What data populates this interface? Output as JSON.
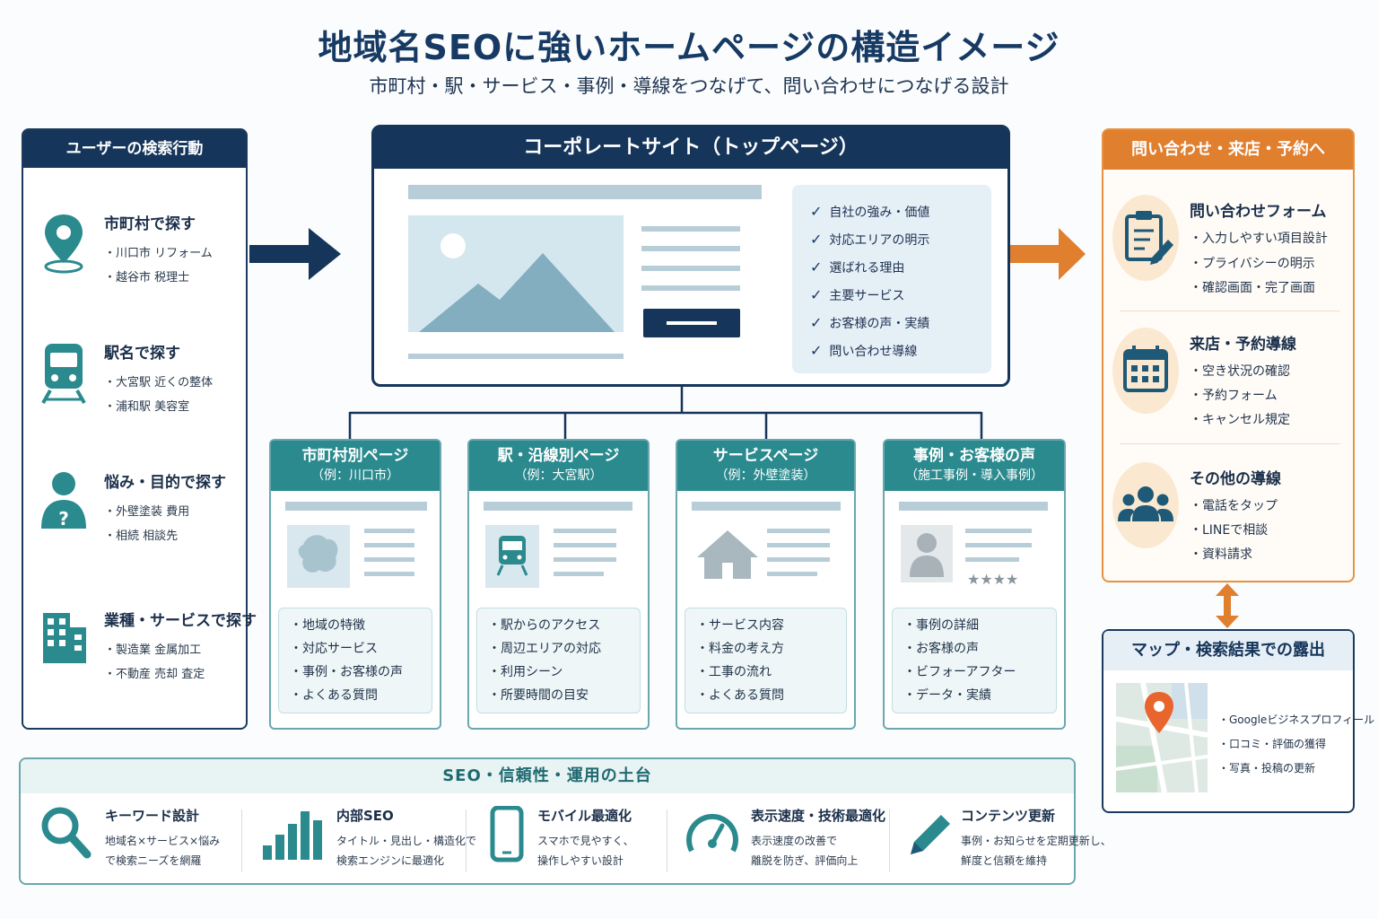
{
  "header": {
    "title": "地域名SEOに強いホームページの構造イメージ",
    "subtitle": "市町村・駅・サービス・事例・導線をつなげて、問い合わせにつなげる設計"
  },
  "user_behavior": {
    "title": "ユーザーの検索行動",
    "blocks": [
      {
        "title": "市町村で探す",
        "items": [
          "・川口市 リフォーム",
          "・越谷市 税理士"
        ],
        "icon": "map-pin-icon"
      },
      {
        "title": "駅名で探す",
        "items": [
          "・大宮駅 近くの整体",
          "・浦和駅 美容室"
        ],
        "icon": "train-icon"
      },
      {
        "title": "悩み・目的で探す",
        "items": [
          "・外壁塗装 費用",
          "・相続 相談先"
        ],
        "icon": "person-question-icon"
      },
      {
        "title": "業種・サービスで探す",
        "items": [
          "・製造業 金属加工",
          "・不動産 売却 査定"
        ],
        "icon": "building-icon"
      }
    ]
  },
  "corporate": {
    "title": "コーポレートサイト（トップページ）",
    "checks": [
      "自社の強み・価値",
      "対応エリアの明示",
      "選ばれる理由",
      "主要サービス",
      "お客様の声・実績",
      "問い合わせ導線"
    ]
  },
  "subpages": [
    {
      "title": "市町村別ページ",
      "sub": "（例：川口市）",
      "items": [
        "・地域の特徴",
        "・対応サービス",
        "・事例・お客様の声",
        "・よくある質問"
      ],
      "icon": "area-map-icon"
    },
    {
      "title": "駅・沿線別ページ",
      "sub": "（例：大宮駅）",
      "items": [
        "・駅からのアクセス",
        "・周辺エリアの対応",
        "・利用シーン",
        "・所要時間の目安"
      ],
      "icon": "train-icon"
    },
    {
      "title": "サービスページ",
      "sub": "（例：外壁塗装）",
      "items": [
        "・サービス内容",
        "・料金の考え方",
        "・工事の流れ",
        "・よくある質問"
      ],
      "icon": "house-icon"
    },
    {
      "title": "事例・お客様の声",
      "sub": "（施工事例・導入事例）",
      "items": [
        "・事例の詳細",
        "・お客様の声",
        "・ビフォーアフター",
        "・データ・実績"
      ],
      "icon": "person-icon"
    }
  ],
  "inquiry": {
    "title": "問い合わせ・来店・予約へ",
    "blocks": [
      {
        "title": "問い合わせフォーム",
        "items": [
          "・入力しやすい項目設計",
          "・プライバシーの明示",
          "・確認画面・完了画面"
        ],
        "icon": "clipboard-icon"
      },
      {
        "title": "来店・予約導線",
        "items": [
          "・空き状況の確認",
          "・予約フォーム",
          "・キャンセル規定"
        ],
        "icon": "calendar-icon"
      },
      {
        "title": "その他の導線",
        "items": [
          "・電話をタップ",
          "・LINEで相談",
          "・資料請求"
        ],
        "icon": "group-icon"
      }
    ]
  },
  "map_panel": {
    "title": "マップ・検索結果での露出",
    "items": [
      "・Googleビジネスプロフィール",
      "・口コミ・評価の獲得",
      "・写真・投稿の更新"
    ]
  },
  "foundation": {
    "title": "SEO・信頼性・運用の土台",
    "blocks": [
      {
        "title": "キーワード設計",
        "lines": [
          "地域名×サービス×悩み",
          "で検索ニーズを網羅"
        ],
        "icon": "search-icon"
      },
      {
        "title": "内部SEO",
        "lines": [
          "タイトル・見出し・構造化で",
          "検索エンジンに最適化"
        ],
        "icon": "bar-chart-icon"
      },
      {
        "title": "モバイル最適化",
        "lines": [
          "スマホで見やすく、",
          "操作しやすい設計"
        ],
        "icon": "smartphone-icon"
      },
      {
        "title": "表示速度・技術最適化",
        "lines": [
          "表示速度の改善で",
          "離脱を防ぎ、評価向上"
        ],
        "icon": "speedometer-icon"
      },
      {
        "title": "コンテンツ更新",
        "lines": [
          "事例・お知らせを定期更新し、",
          "鮮度と信頼を維持"
        ],
        "icon": "pencil-icon"
      }
    ]
  },
  "colors": {
    "navy": "#15355a",
    "teal": "#2b8a8e",
    "orange": "#e07f2e"
  }
}
